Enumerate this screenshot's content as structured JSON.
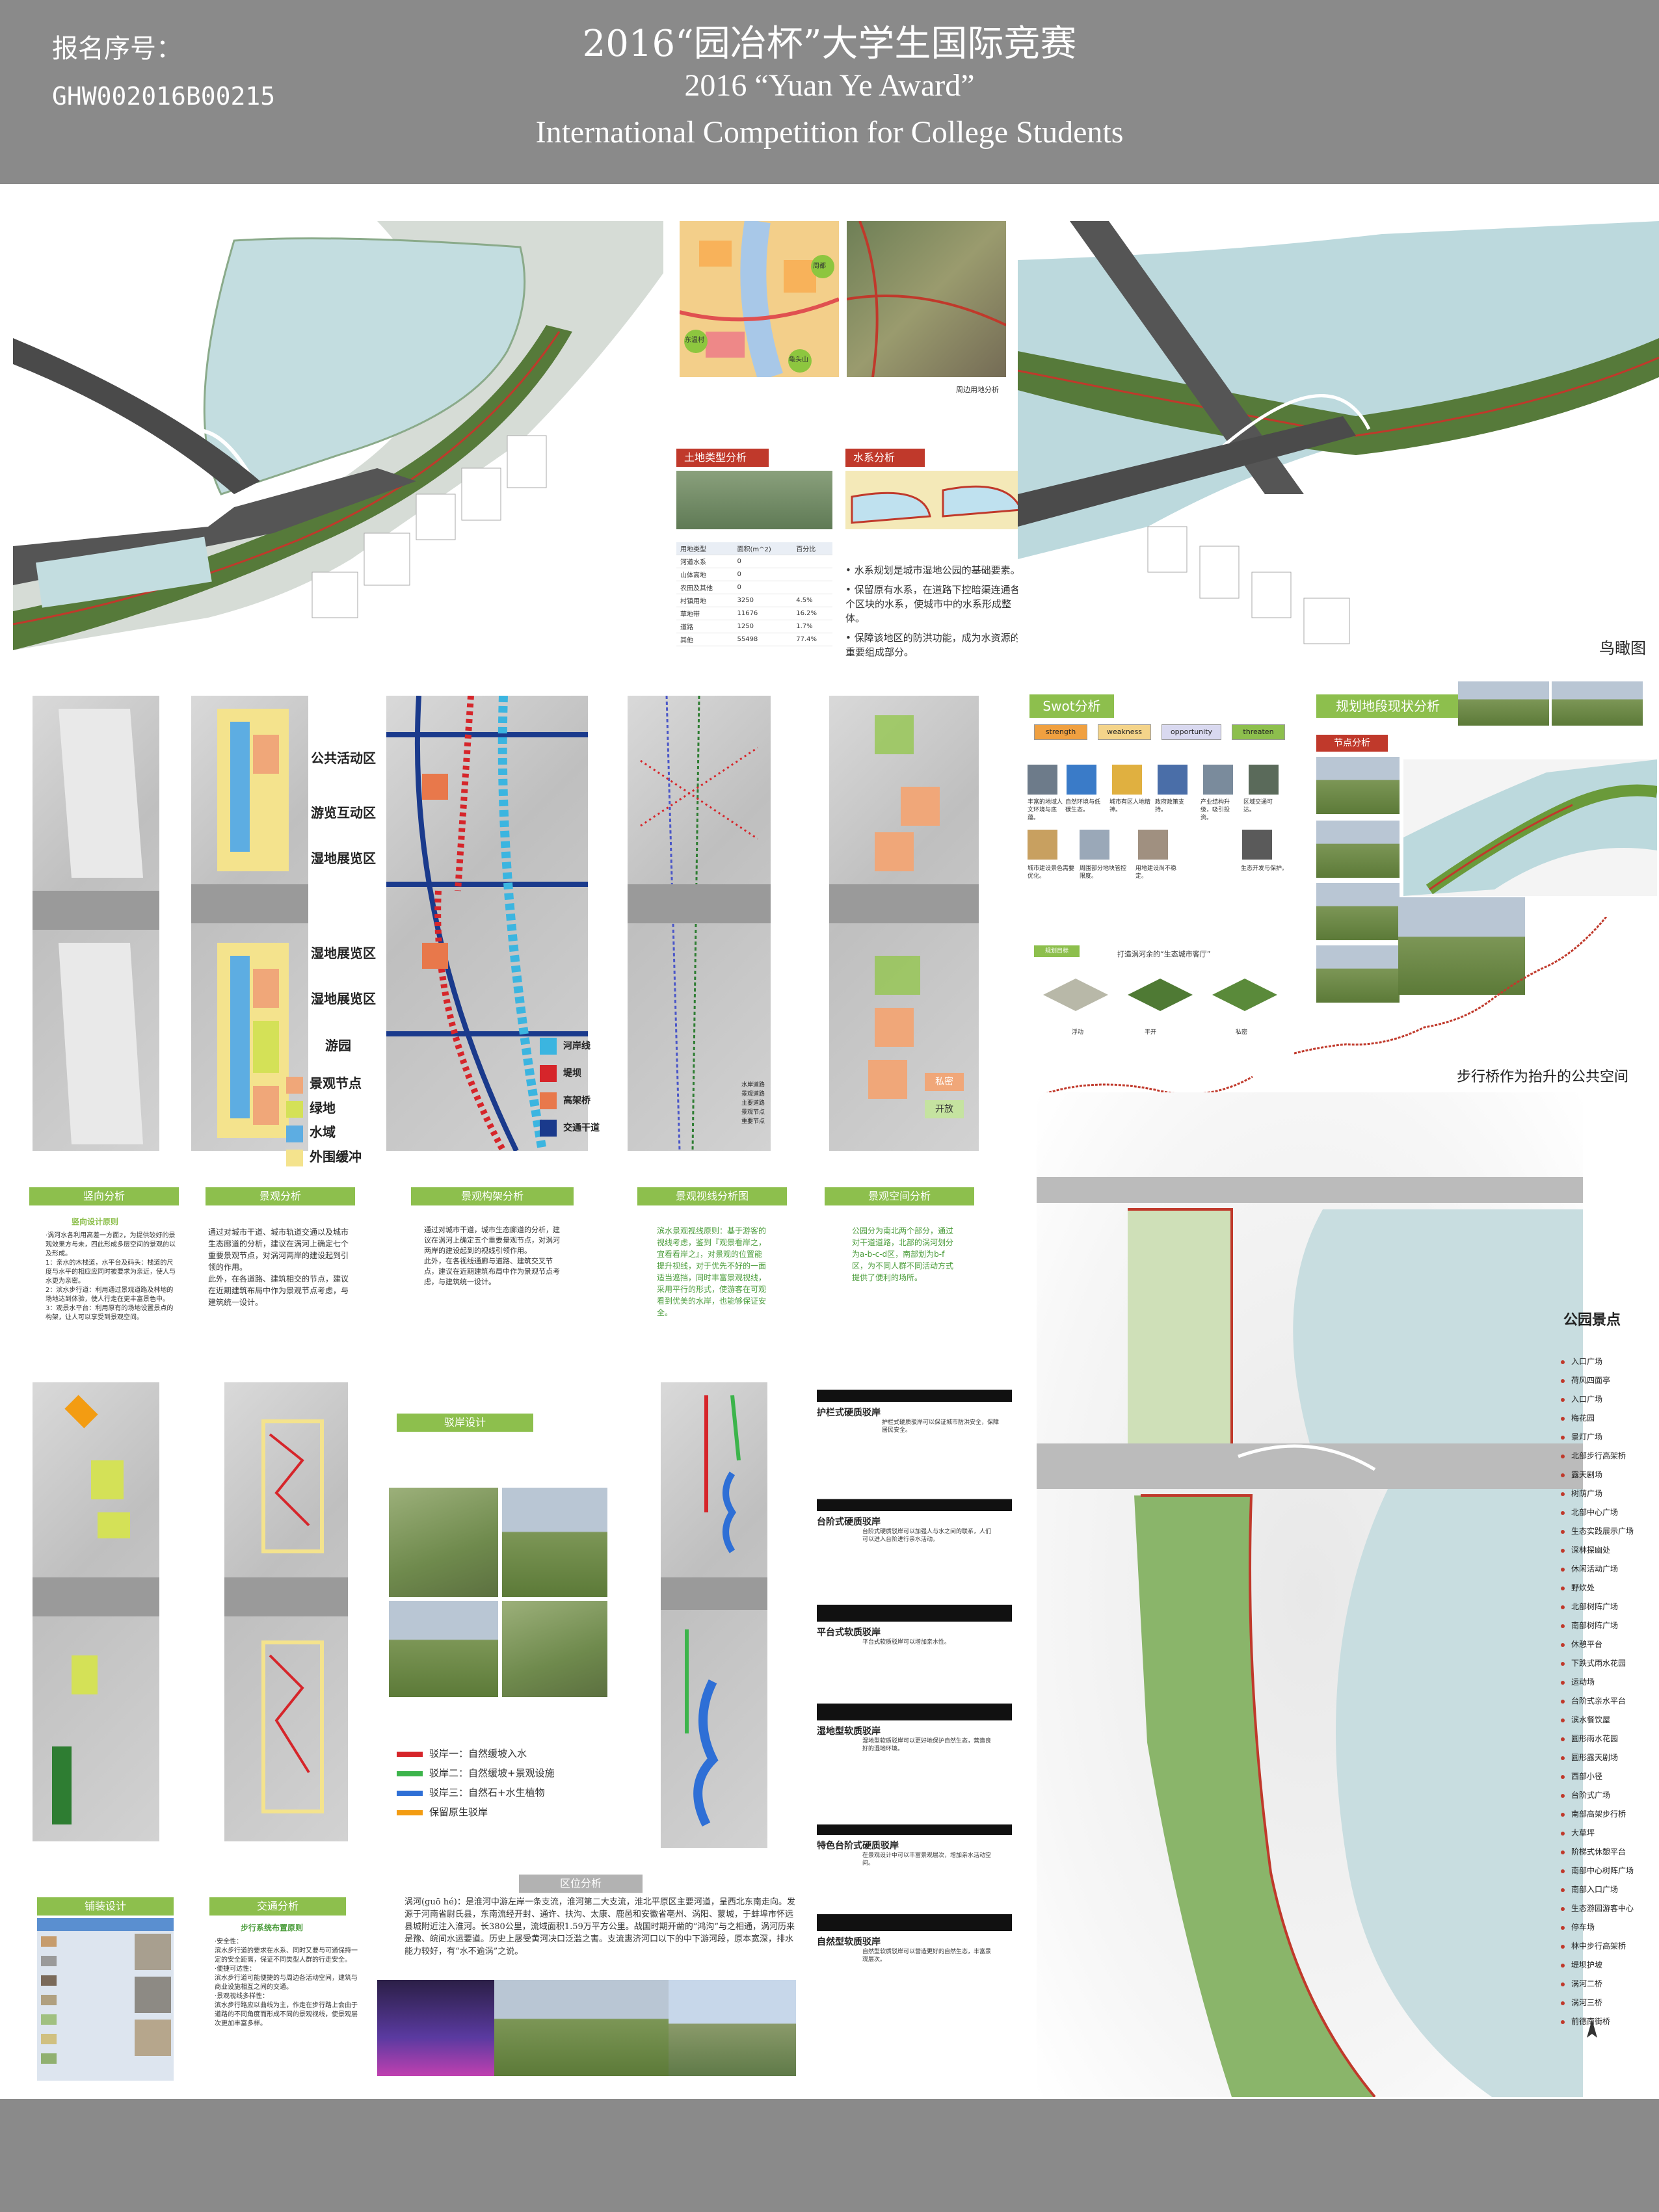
{
  "header": {
    "reg_label": "报名序号：",
    "reg_number": "GHW002016B00215",
    "title_cn": "2016“园冶杯”大学生国际竞赛",
    "title_en_1": "2016 “Yuan Ye Award”",
    "title_en_2": "International Competition for College Students"
  },
  "top": {
    "map_labels": [
      "周边用地分析"
    ],
    "map_pins": [
      "东温村",
      "龟头山",
      "周都"
    ],
    "land_type_title": "土地类型分析",
    "water_title": "水系分析",
    "land_table": {
      "headers": [
        "用地类型",
        "面积(m^2)",
        "百分比"
      ],
      "rows": [
        [
          "河道水系",
          "0",
          ""
        ],
        [
          "山体高地",
          "0",
          ""
        ],
        [
          "农田及其他",
          "0",
          ""
        ],
        [
          "村镇用地",
          "3250",
          "4.5%"
        ],
        [
          "草地带",
          "11676",
          "16.2%"
        ],
        [
          "道路",
          "1250",
          "1.7%"
        ],
        [
          "其他",
          "55498",
          "77.4%"
        ]
      ]
    },
    "water_bullets": [
      "水系规划是城市湿地公园的基础要素。",
      "保留原有水系，在道路下控暗渠连通各个区块的水系，使城市中的水系形成整体。",
      "保障该地区的防洪功能，成为水资源的重要组成部分。"
    ],
    "aerial_caption": "鸟瞰图"
  },
  "zoning": {
    "zones": [
      "公共活动区",
      "游览互动区",
      "湿地展览区",
      "湿地展览区",
      "湿地展览区",
      "游园"
    ],
    "legend": [
      {
        "label": "景观节点",
        "color": "#f0a779"
      },
      {
        "label": "绿地",
        "color": "#d4e157"
      },
      {
        "label": "水域",
        "color": "#5dade2"
      },
      {
        "label": "外围缓冲",
        "color": "#f4e38d"
      }
    ],
    "road_legend": [
      {
        "label": "河岸线",
        "color": "#3bb5e0"
      },
      {
        "label": "堤坝",
        "color": "#d6252a"
      },
      {
        "label": "高架桥",
        "color": "#e8784b"
      },
      {
        "label": "交通干道",
        "color": "#1a3a8c"
      }
    ],
    "path_legend": [
      "水岸道路",
      "景观道路",
      "主要道路",
      "景观节点",
      "重要节点"
    ],
    "space_tags": [
      "私密",
      "开放"
    ]
  },
  "analysis_heads": [
    "竖向分析",
    "景观分析",
    "景观构架分析",
    "景观视线分析图",
    "景观空间分析"
  ],
  "analysis_texts": {
    "vertical_title": "竖向设计原则",
    "vertical_body": "·涡河水各利用高差一方面2，为提供较好的景观效果方与未，四此形成多层空间的景观的以及形成。\n1：亲水的木栈道，水平台及码头：栈道的尺度与水平的相应应同时被要求为亲近，使人与水更为亲密。\n2：滨水步行道：利用通过景观道路及林地的场地达到体验，使人行走在更丰富景色中。\n3：观景水平台：利用原有的场地设置景点的构架，让人可以享受到景观空间。",
    "landscape_body": "通过对城市干道、城市轨道交通以及城市生态廊道的分析，建议在涡河上确定七个重要景观节点，对涡河两岸的建设起到引领的作用。\n此外，在各道路、建筑相交的节点，建议在近期建筑布局中作为景观节点考虑，与建筑统一设计。",
    "frame_body": "通过对城市干道，城市生态廊道的分析，建议在涡河上确定五个重要景观节点，对涡河两岸的建设起到的视线引领作用。\n此外，在各视线通廊与道路、建筑交叉节点，建议在近期建筑布局中作为景观节点考虑，与建筑统一设计。",
    "sight_body": "滨水景观视线原则：基于游客的视线考虑，鉴到『观景看岸之，宜看看岸之』，对景观的位置能提升视线，对于优先不好的一面适当遮挡，同时丰富景观视线，采用平行的形式，使游客在可观看到优美的水岸，也能够保证安全。",
    "space_body": "公园分为南北两个部分，通过对干道道路，北部的涡河划分为a-b-c-d区，南部划为b-f区，为不同人群不同活动方式提供了便利的场所。"
  },
  "swot": {
    "title": "Swot分析",
    "boxes": [
      "strength",
      "weakness",
      "opportunity",
      "threaten"
    ],
    "colors": [
      "#f0a040",
      "#f4d48a",
      "#d9d9f0",
      "#8dbf4d"
    ],
    "captions": [
      "丰富的地域人文环境与底蕴。",
      "自然环境与低碳生态。",
      "城市有区人地精神。",
      "政府政策支持。",
      "产业结构升级，吸引投资。",
      "区域交通可达。",
      "城市建设景色需要优化。",
      "周围部分地块管控限度。",
      "用地建设尚不稳定。",
      "生态开发与保护。"
    ],
    "sub_caption": "打造涡河余的“生态城市客厅”",
    "mini_labels": [
      "浮动",
      "平开",
      "私密"
    ],
    "small_tag": "规划目标"
  },
  "planning": {
    "title": "规划地段现状分析",
    "node_title": "节点分析",
    "bridge_caption": "步行桥作为抬升的公共空间"
  },
  "park": {
    "title": "公园景点",
    "items": [
      "入口广场",
      "荷风四面亭",
      "入口广场",
      "梅花园",
      "景灯广场",
      "北部步行高架桥",
      "露天剧场",
      "树荫广场",
      "北部中心广场",
      "生态实践展示广场",
      "深林探幽处",
      "休闲活动广场",
      "野炊处",
      "北部树阵广场",
      "南部树阵广场",
      "休憩平台",
      "下跌式雨水花园",
      "运动场",
      "台阶式亲水平台",
      "滨水餐饮屋",
      "圆形雨水花园",
      "圆形露天剧场",
      "西部小径",
      "台阶式广场",
      "南部高架步行桥",
      "大草坪",
      "阶梯式休憩平台",
      "南部中心树阵广场",
      "南部入口广场",
      "生态游园游客中心",
      "停车场",
      "林中步行高架桥",
      "堤坝护坡",
      "涡河二桥",
      "涡河三桥",
      "前德南街桥"
    ]
  },
  "revetment": {
    "title": "驳岸设计",
    "legend": [
      {
        "label": "驳岸一：自然缓坡入水",
        "color": "#d6252a"
      },
      {
        "label": "驳岸二：自然缓坡+景观设施",
        "color": "#3cb44b"
      },
      {
        "label": "驳岸三：自然石+水生植物",
        "color": "#2e6fd6"
      },
      {
        "label": "保留原生驳岸",
        "color": "#f39c12"
      }
    ],
    "sections": [
      "护栏式硬质驳岸",
      "台阶式硬质驳岸",
      "平台式软质驳岸",
      "湿地型软质驳岸",
      "特色台阶式硬质驳岸",
      "自然型软质驳岸"
    ],
    "section_notes": [
      "护栏式硬质驳岸可以保证城市防洪安全，保障居民安全。",
      "台阶式硬质驳岸可以加强人与水之间的联系，人们可以进入台阶进行亲水活动。",
      "平台式软质驳岸可以增加亲水性。",
      "湿地型软质驳岸可以更好地保护自然生态，营造良好的湿地环境。",
      "在景观设计中可以丰富景观层次，增加亲水活动空间。",
      "自然型软质驳岸可以营造更好的自然生态，丰富景观层次。"
    ]
  },
  "bottom": {
    "paving_title": "铺装设计",
    "traffic_title": "交通分析",
    "traffic_sub": "步行系统布置原则",
    "traffic_body": "·安全性：\n滨水步行道的要求在水系、同时又要与可通保持一定的安全距离，保证不同类型人群的行走安全。\n·便捷可达性：\n滨水步行道可能便捷的与周边各活动空间，建筑与商业设施相互之间的交通。\n·景观视线多样性：\n滨水步行路应以曲线为主，作走在步行路上会由于道路的不同角度而形成不同的景观视线，使景观层次更加丰富多样。",
    "location_title": "区位分析",
    "location_body": "涡河(guō hé)：是淮河中游左岸一条支流，淮河第二大支流，淮北平原区主要河道，呈西北东南走向。发源于河南省尉氏县，东南流经开封、通许、扶沟、太康、鹿邑和安徽省亳州、涡阳、蒙城，于蚌埠市怀远县城附近注入淮河。长380公里，流域面积1.59万平方公里。战国时期开凿的“鸿沟”与之相通，涡河历来是豫、皖间水运要道。历史上屡受黄河决口泛滥之害。支流惠济河口以下的中下游河段，原本宽深，排水能力较好，有“水不逾涡”之说。"
  }
}
